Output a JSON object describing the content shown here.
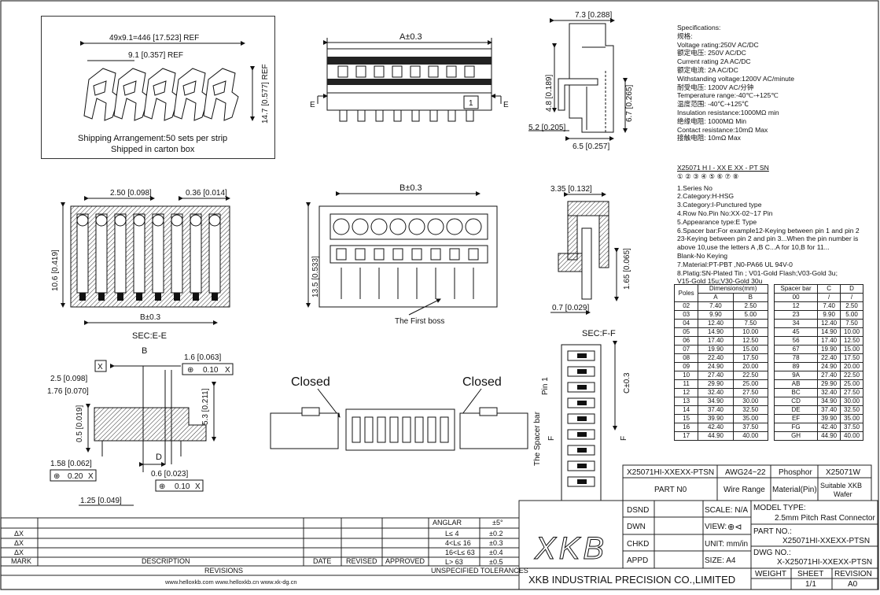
{
  "shipping": {
    "pitch_total": "49x9.1=446 [17.523] REF",
    "pitch": "9.1 [0.357] REF",
    "height": "14.7 [0.577] REF",
    "line1": "Shipping Arrangement:50 sets per strip",
    "line2": "Shipped in carton box"
  },
  "top_view": {
    "dim_a": "A±0.3",
    "section_mark": "E",
    "pin_label": "1"
  },
  "side_view": {
    "width": "7.3 [0.288]",
    "h1": "4.8 [0.189]",
    "h2": "6.7 [0.265]",
    "left": "5.2 [0.205]",
    "bottom": "6.5 [0.257]"
  },
  "specs": {
    "title": "Specifications:",
    "lines": [
      "规格:",
      "Voltage rating:250V AC/DC",
      "额定电压: 250V AC/DC",
      "Current rating 2A AC/DC",
      "额定电流: 2A AC/DC",
      "Withstanding voltage:1200V AC/minute",
      "耐受电压: 1200V AC/分钟",
      "Temperature range:-40℃-+125℃",
      "温度范围: -40℃-+125℃",
      "Insulation resistance:1000MΩ min",
      "绝缘电阻: 1000MΩ Min",
      "Contact resistance:10mΩ Max",
      "接触电阻: 10mΩ Max"
    ]
  },
  "part_code": {
    "code": "X25071  H  I - XX  E  XX - PT  SN",
    "circles": "①      ②  ③    ④   ⑤   ⑥     ⑦   ⑧",
    "lines": [
      "1.Series No",
      "2.Category:H-HSG",
      "3.Category:I-Punctured type",
      "4.Row No.Pin No:XX-02~17 Pin",
      "5.Appearance type:E Type",
      "6.Spacer bar:For example12-Keying between pin 1 and pin 2",
      "   23-Keying between pin 2 and pin 3...When the pin number is",
      "   above 10,use the letters A ,B C...A for 10,B for 11...",
      "   Blank-No Keying",
      "7.Material:PT-PBT ,N0-PA66 UL 94V-0",
      "8.Platig:SN-Plated Tin ; V01-Gold Flash;V03-Gold 3u;",
      "   V15-Gold 15u;V30-Gold 30u"
    ]
  },
  "section_e": {
    "pitch": "2.50 [0.098]",
    "gap": "0.36 [0.014]",
    "height": "10.6 [0.419]",
    "dim_b": "B±0.3",
    "caption": "SEC:E-E"
  },
  "mid_view": {
    "dim_b": "B±0.3",
    "height": "13.5 [0.533]",
    "boss": "The First boss"
  },
  "section_f": {
    "top": "3.35 [0.132]",
    "h": "1.65 [0.065]",
    "bottom": "0.7 [0.029]",
    "caption": "SEC:F-F"
  },
  "detail": {
    "b": "B",
    "x": "X",
    "d1": "1.6 [0.063]",
    "tol1": "0.10",
    "d2": "2.5 [0.098]",
    "d3": "1.76 [0.070]",
    "d4": "5.3 [0.211]",
    "d5": "0.5 [0.019]",
    "d": "D",
    "d6": "1.58 [0.062]",
    "tol2": "0.20",
    "d7": "0.6 [0.023]",
    "tol3": "0.10",
    "d8": "1.25 [0.049]"
  },
  "closed": {
    "left": "Closed",
    "right": "Closed"
  },
  "pin_view": {
    "pin1": "Pin 1",
    "c": "C±0.3",
    "spacer": "The Spacer bar",
    "f": "F"
  },
  "dim_table": {
    "header_poles": "Poles",
    "header_dim": "Dimensions(mm)",
    "header_a": "A",
    "header_b": "B",
    "rows": [
      [
        "02",
        "7.40",
        "2.50"
      ],
      [
        "03",
        "9.90",
        "5.00"
      ],
      [
        "04",
        "12.40",
        "7.50"
      ],
      [
        "05",
        "14.90",
        "10.00"
      ],
      [
        "06",
        "17.40",
        "12.50"
      ],
      [
        "07",
        "19.90",
        "15.00"
      ],
      [
        "08",
        "22.40",
        "17.50"
      ],
      [
        "09",
        "24.90",
        "20.00"
      ],
      [
        "10",
        "27.40",
        "22.50"
      ],
      [
        "11",
        "29.90",
        "25.00"
      ],
      [
        "12",
        "32.40",
        "27.50"
      ],
      [
        "13",
        "34.90",
        "30.00"
      ],
      [
        "14",
        "37.40",
        "32.50"
      ],
      [
        "15",
        "39.90",
        "35.00"
      ],
      [
        "16",
        "42.40",
        "37.50"
      ],
      [
        "17",
        "44.90",
        "40.00"
      ]
    ]
  },
  "spacer_table": {
    "header": [
      "Spacer bar",
      "C",
      "D"
    ],
    "rows": [
      [
        "00",
        "/",
        "/"
      ],
      [
        "12",
        "7.40",
        "2.50"
      ],
      [
        "23",
        "9.90",
        "5.00"
      ],
      [
        "34",
        "12.40",
        "7.50"
      ],
      [
        "45",
        "14.90",
        "10.00"
      ],
      [
        "56",
        "17.40",
        "12.50"
      ],
      [
        "67",
        "19.90",
        "15.00"
      ],
      [
        "78",
        "22.40",
        "17.50"
      ],
      [
        "89",
        "24.90",
        "20.00"
      ],
      [
        "9A",
        "27.40",
        "22.50"
      ],
      [
        "AB",
        "29.90",
        "25.00"
      ],
      [
        "BC",
        "32.40",
        "27.50"
      ],
      [
        "CD",
        "34.90",
        "30.00"
      ],
      [
        "DE",
        "37.40",
        "32.50"
      ],
      [
        "EF",
        "39.90",
        "35.00"
      ],
      [
        "FG",
        "42.40",
        "37.50"
      ],
      [
        "GH",
        "44.90",
        "40.00"
      ]
    ]
  },
  "part_block": {
    "part_no_val": "X25071HI-XXEXX-PTSN",
    "awg": "AWG24~22",
    "phosphor": "Phosphor",
    "wafer_no": "X25071W",
    "part_no": "PART N0",
    "wire_range": "Wire Range",
    "material": "Material(Pin)",
    "suitable": "Suitable XKB",
    "wafer": "Wafer"
  },
  "title_block": {
    "dsnd": "DSND",
    "dwn": "DWN",
    "chkd": "CHKD",
    "appd": "APPD",
    "scale": "SCALE: N/A",
    "view": "VIEW:",
    "unit": "UNIT: mm/in",
    "size": "SIZE: A4",
    "model_type": "MODEL TYPE:",
    "model_val": "2.5mm Pitch Rast Connector",
    "part_no_label": "PART NO.:",
    "part_no_val": "X25071HI-XXEXX-PTSN",
    "dwg_no_label": "DWG NO.:",
    "dwg_no_val": "X-X25071HI-XXEXX-PTSN",
    "weight": "WEIGHT",
    "sheet": "SHEET",
    "revision": "REVISION",
    "sheet_val": "1/1",
    "rev_val": "A0",
    "company": "XKB INDUSTRIAL PRECISION CO.,LIMITED",
    "logo": "XKB"
  },
  "revisions": {
    "marks": [
      "ΔX",
      "ΔX",
      "ΔX"
    ],
    "mark": "MARK",
    "description": "DESCRIPTION",
    "date": "DATE",
    "revised": "REVISED",
    "approved": "APPROVED",
    "title": "REVISIONS",
    "urls": "www.helloxkb.com   www.helloxkb.cn  www.xk-dg.cn"
  },
  "tolerances": {
    "angle": "ANGLAR",
    "angle_val": "±5°",
    "rows": [
      [
        "L≤  4",
        "±0.2"
      ],
      [
        "4<L≤  16",
        "±0.3"
      ],
      [
        "16<L≤  63",
        "±0.4"
      ],
      [
        "L>  63",
        "±0.5"
      ]
    ],
    "title": "UNSPECIFIED TOLERANCES"
  }
}
